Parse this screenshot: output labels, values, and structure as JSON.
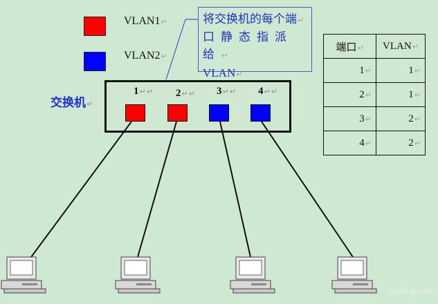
{
  "legend": {
    "vlan1": {
      "label": "VLAN1",
      "color": "#ff0000"
    },
    "vlan2": {
      "label": "VLAN2",
      "color": "#0000ff"
    }
  },
  "callout": {
    "line1": "将交换机的每个端",
    "line2": "口静态指派给",
    "line3": "VLAN"
  },
  "switch": {
    "label": "交换机",
    "ports": [
      {
        "number": "1",
        "color": "#ff0000"
      },
      {
        "number": "2",
        "color": "#ff0000"
      },
      {
        "number": "3",
        "color": "#0000ff"
      },
      {
        "number": "4",
        "color": "#0000ff"
      }
    ]
  },
  "table": {
    "headers": [
      "端口",
      "VLAN"
    ],
    "rows": [
      [
        "1",
        "1"
      ],
      [
        "2",
        "1"
      ],
      [
        "3",
        "2"
      ],
      [
        "4",
        "2"
      ]
    ]
  },
  "paragraph_mark": "↵",
  "watermark": "CSDN @Au杨"
}
